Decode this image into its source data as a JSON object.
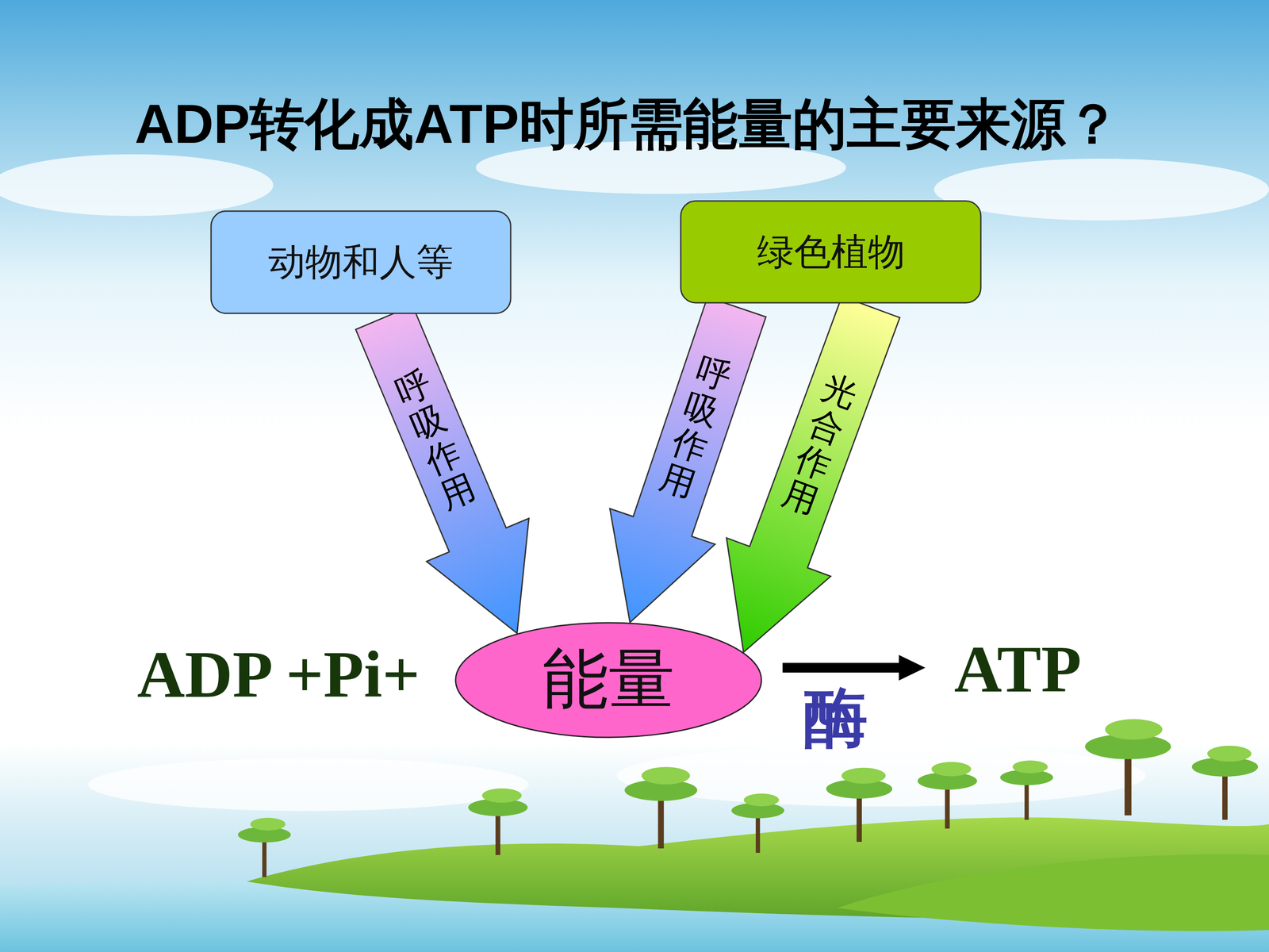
{
  "diagram": {
    "title": "ADP转化成ATP时所需能量的主要来源？",
    "nodes": [
      {
        "text": [
          "动物和人等"
        ]
      },
      {
        "text": [
          "绿色植物"
        ]
      },
      {
        "text": [
          "能量"
        ]
      }
    ],
    "edges": [
      {
        "from": 0,
        "to": 2,
        "arrow": "to",
        "label": "呼吸作用"
      },
      {
        "from": 1,
        "to": 2,
        "arrow": "to",
        "label": "呼吸作用"
      },
      {
        "from": 1,
        "to": 2,
        "arrow": "to",
        "label": "光合作用"
      }
    ],
    "labels": [
      "ADP +Pi+",
      "ATP",
      "酶"
    ]
  }
}
